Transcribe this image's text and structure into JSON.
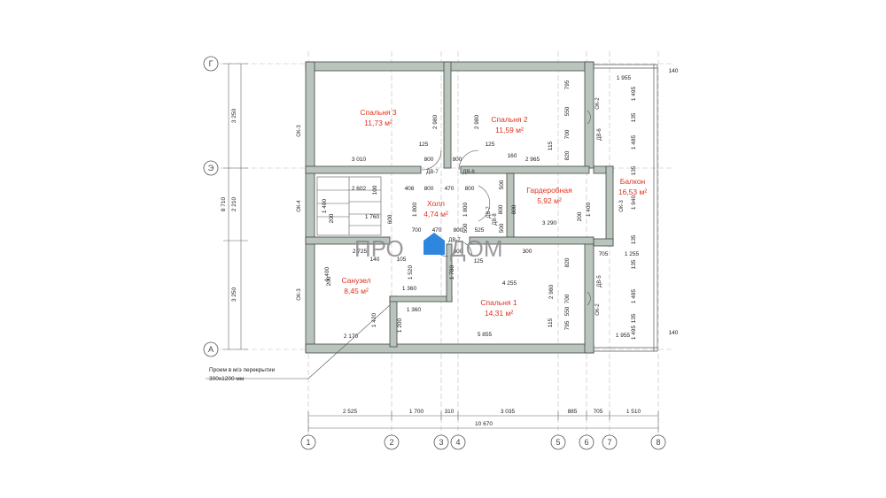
{
  "axes": {
    "top": [
      "1",
      "2",
      "3",
      "4",
      "5",
      "6",
      "7",
      "8"
    ],
    "left": [
      "Г",
      "Э",
      "А"
    ]
  },
  "rooms": [
    {
      "id": "bedroom3",
      "name": "Спальня 3",
      "area": "11,73 м²"
    },
    {
      "id": "bedroom2",
      "name": "Спальня 2",
      "area": "11,59 м²"
    },
    {
      "id": "balcony",
      "name": "Балкон",
      "area": "16,53 м²"
    },
    {
      "id": "wardrobe",
      "name": "Гардеробная",
      "area": "5,92 м²"
    },
    {
      "id": "hall",
      "name": "Холл",
      "area": "4,74 м²"
    },
    {
      "id": "bathroom",
      "name": "Санузел",
      "area": "8,45 м²"
    },
    {
      "id": "bedroom1",
      "name": "Спальня 1",
      "area": "14,31 м²"
    }
  ],
  "bottom_dims": [
    "2 525",
    "1 700",
    "310",
    "3 035",
    "885",
    "705",
    "1 510"
  ],
  "overall_dim": "10 670",
  "left_dims": [
    "3 250",
    "2 210",
    "3 250"
  ],
  "left_total": "8 710",
  "inner_dims": [
    "2 980",
    "2 980",
    "3 010",
    "125",
    "800",
    "800",
    "125",
    "160",
    "2 965",
    "2 602",
    "100",
    "408",
    "800",
    "470",
    "800",
    "500",
    "1 400",
    "200",
    "1 760",
    "600",
    "1 800",
    "1 800",
    "800",
    "800",
    "200",
    "1 400",
    "700",
    "470",
    "800",
    "525",
    "3 290",
    "500",
    "500",
    "2 725",
    "140",
    "105",
    "800",
    "125",
    "300",
    "1 520",
    "1 780",
    "1 360",
    "4 255",
    "1 360",
    "2 980",
    "1 420",
    "1 200",
    "2 170",
    "5 855",
    "1 400",
    "200",
    "820",
    "700",
    "550",
    "795",
    "115",
    "820",
    "700",
    "550",
    "795",
    "115",
    "1 955",
    "1 955",
    "140",
    "140",
    "1 495",
    "135",
    "1 485",
    "135",
    "1 940",
    "135",
    "1 255",
    "705",
    "135",
    "1 485",
    "135",
    "1 495"
  ],
  "openings": [
    "ОК-3",
    "ОК-4",
    "ОК-3",
    "ОК-2",
    "ДВ-6",
    "ДВ-7",
    "ДВ-8",
    "ДВ-7",
    "ДВ-7",
    "ДВ-5",
    "ОК-2",
    "ОК-3",
    "ДВ-8"
  ],
  "note": {
    "line1": "Проем в м/э перекрытии",
    "line2": "300х1200 мм"
  },
  "watermark": {
    "left": "ПРО",
    "right": "ДОМ"
  },
  "colors": {
    "room_label": "#e0301e",
    "wall_fill": "#b9c5bc",
    "wall_stroke": "#444444",
    "gridline": "#bbbbbb",
    "watermark": "#8a8a8a",
    "watermark_icon": "#2e86de"
  }
}
